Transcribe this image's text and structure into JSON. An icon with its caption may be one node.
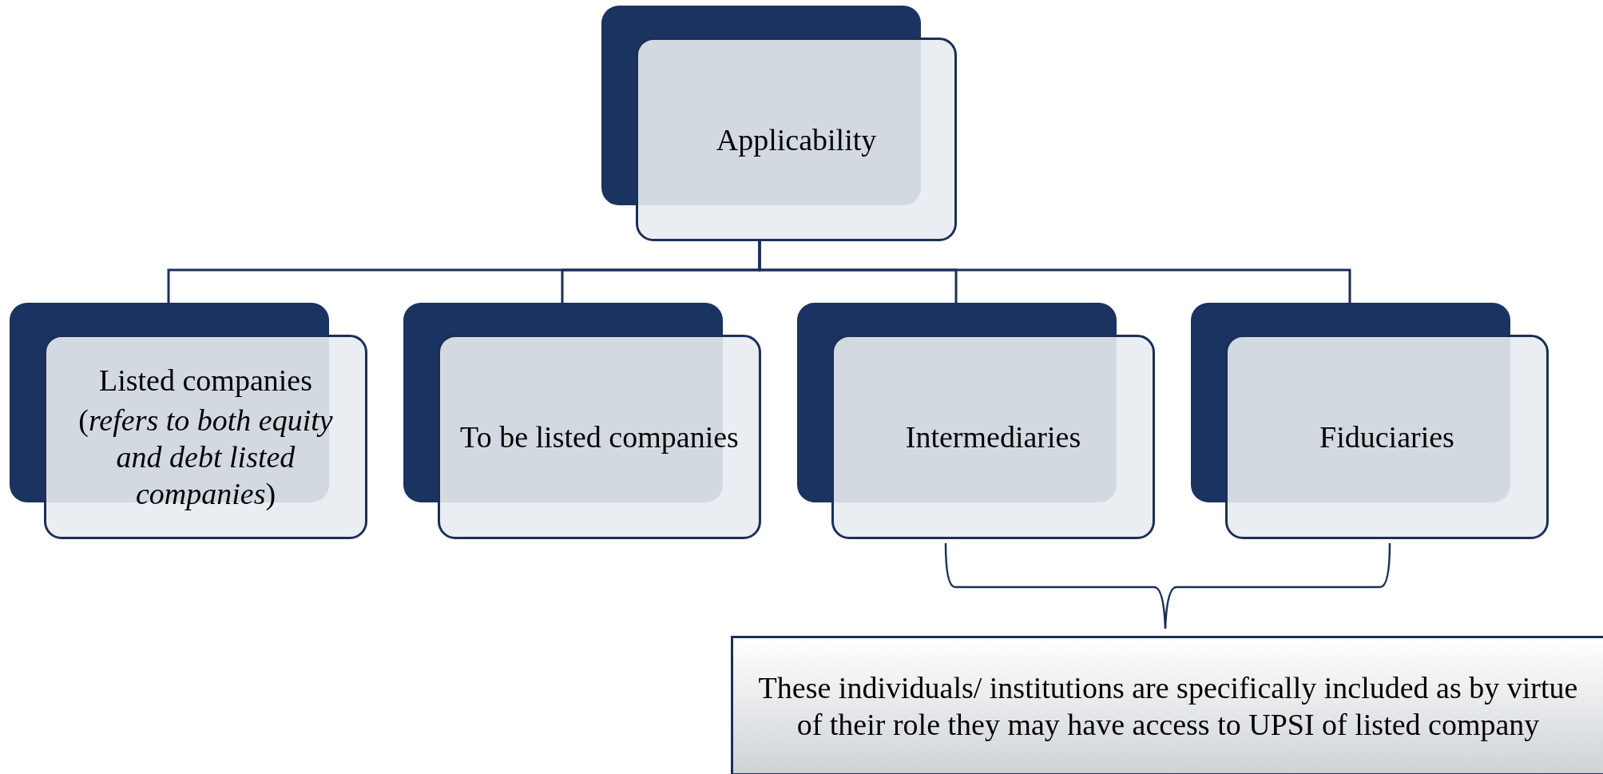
{
  "diagram": {
    "nodes": [
      {
        "text": [
          "Applicability"
        ]
      },
      {
        "text": [
          "Listed companies",
          "(*refers to both equity and debt listed companies*)"
        ]
      },
      {
        "text": [
          "To be listed companies"
        ]
      },
      {
        "text": [
          "Intermediaries"
        ]
      },
      {
        "text": [
          "Fiduciaries"
        ]
      },
      {
        "text": [
          "These individuals/ institutions are specifically included as by virtue of their role they may have access to UPSI of listed company"
        ]
      }
    ],
    "edges": [
      {
        "from": 0,
        "to": 1,
        "arrow": "none"
      },
      {
        "from": 0,
        "to": 2,
        "arrow": "none"
      },
      {
        "from": 0,
        "to": 3,
        "arrow": "none"
      },
      {
        "from": 0,
        "to": 4,
        "arrow": "none"
      }
    ]
  }
}
